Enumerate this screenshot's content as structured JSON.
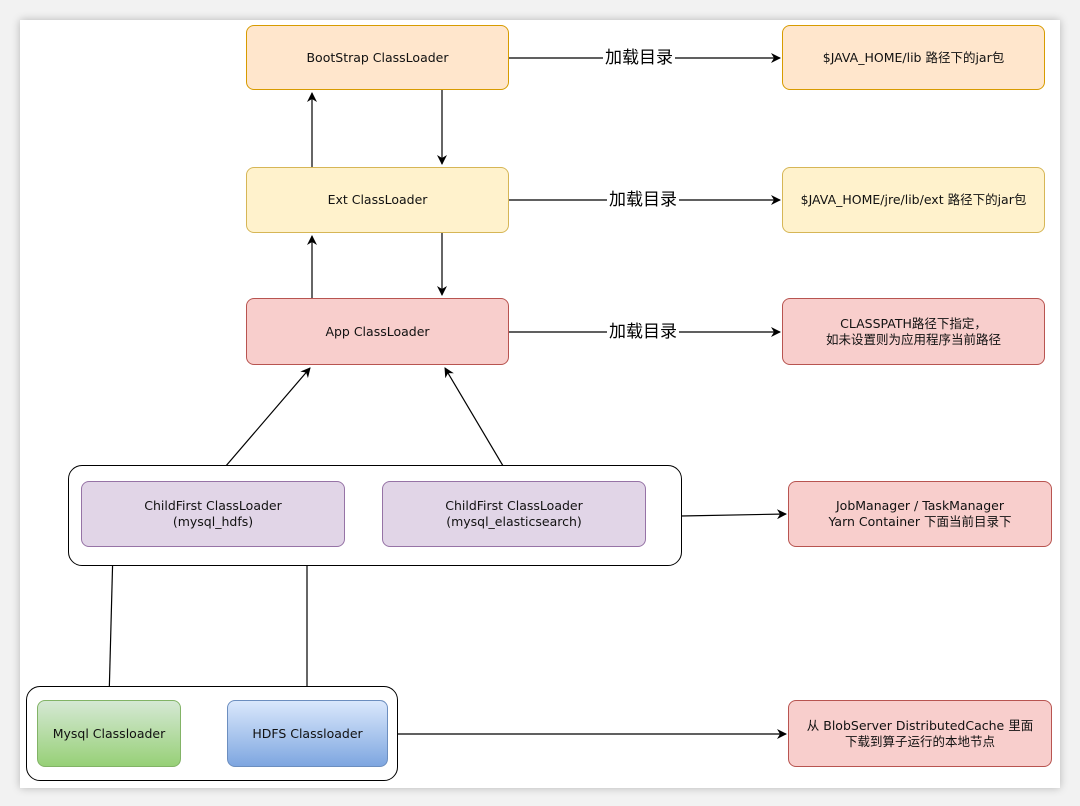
{
  "nodes": {
    "bootstrap": "BootStrap ClassLoader",
    "ext": "Ext ClassLoader",
    "app": "App ClassLoader",
    "childfirst_hdfs": [
      "ChildFirst ClassLoader",
      "(mysql_hdfs)"
    ],
    "childfirst_es": [
      "ChildFirst ClassLoader",
      "(mysql_elasticsearch)"
    ],
    "mysql": "Mysql Classloader",
    "hdfs": "HDFS Classloader"
  },
  "targets": {
    "bootstrap_dir": "$JAVA_HOME/lib 路径下的jar包",
    "ext_dir": "$JAVA_HOME/jre/lib/ext 路径下的jar包",
    "app_dir": [
      "CLASSPATH路径下指定，",
      "如未设置则为应用程序当前路径"
    ],
    "childfirst_dir": [
      "JobManager / TaskManager",
      "Yarn Container 下面当前目录下"
    ],
    "blob_dir": [
      "从 BlobServer DistributedCache 里面",
      "下载到算子运行的本地节点"
    ]
  },
  "edge_labels": {
    "bootstrap": "加载目录",
    "ext": "加载目录",
    "app": "加载目录"
  },
  "colors": {
    "orange_fill": "#ffe6cc",
    "yellow_fill": "#fff2cc",
    "red_fill": "#f8cecc",
    "purple_fill": "#e1d5e7",
    "green_fill": "#97d077",
    "blue_fill": "#7ea6e0"
  }
}
